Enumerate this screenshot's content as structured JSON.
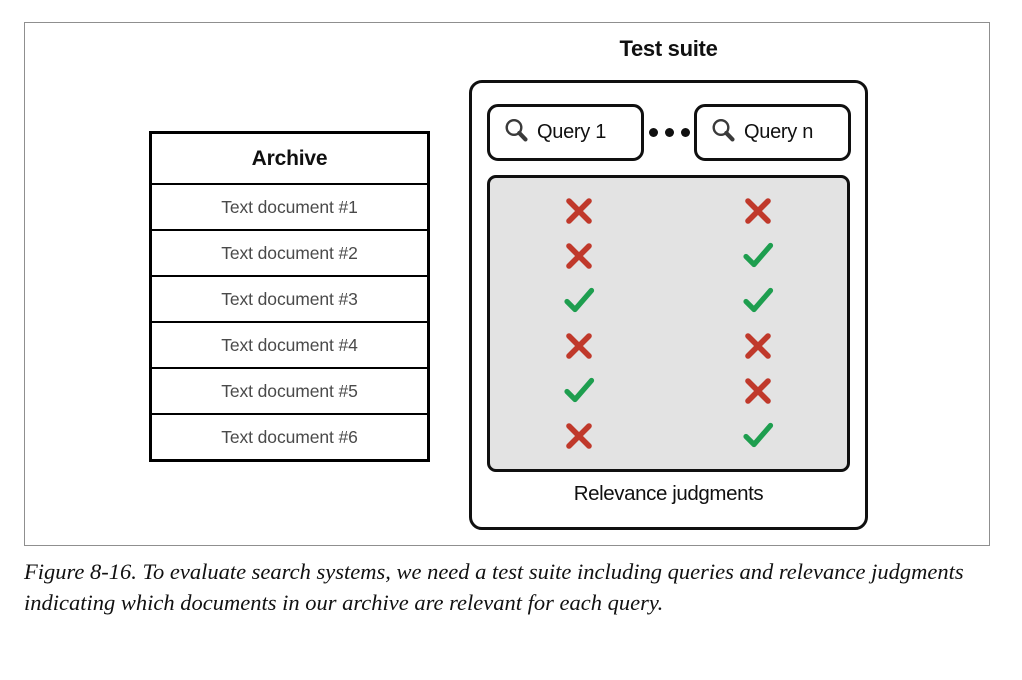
{
  "figure": {
    "caption": "Figure 8-16. To evaluate search systems, we need a test suite including queries and relevance judgments indicating which documents in our archive are relevant for each query.",
    "border_color": "#8f8f8f"
  },
  "archive": {
    "title": "Archive",
    "documents": [
      "Text document #1",
      "Text document #2",
      "Text document #3",
      "Text document #4",
      "Text document #5",
      "Text document #6"
    ]
  },
  "test_suite": {
    "title": "Test suite",
    "queries": [
      {
        "label": "Query 1",
        "icon": "search-icon"
      },
      {
        "label": "Query n",
        "icon": "search-icon"
      }
    ],
    "ellipsis": "•••",
    "judgments_label": "Relevance judgments",
    "judgments": {
      "relevant_glyph": "check-icon",
      "not_relevant_glyph": "cross-icon",
      "columns": [
        {
          "query": "Query 1",
          "values": [
            "not_relevant",
            "not_relevant",
            "relevant",
            "not_relevant",
            "relevant",
            "not_relevant"
          ]
        },
        {
          "query": "Query n",
          "values": [
            "not_relevant",
            "relevant",
            "relevant",
            "not_relevant",
            "not_relevant",
            "relevant"
          ]
        }
      ]
    }
  },
  "colors": {
    "relevant_green": "#1e9e4f",
    "not_relevant_red": "#c0392b",
    "panel_gray": "#e3e3e3",
    "outline_black": "#101010",
    "icon_gray": "#3a3a3a"
  }
}
